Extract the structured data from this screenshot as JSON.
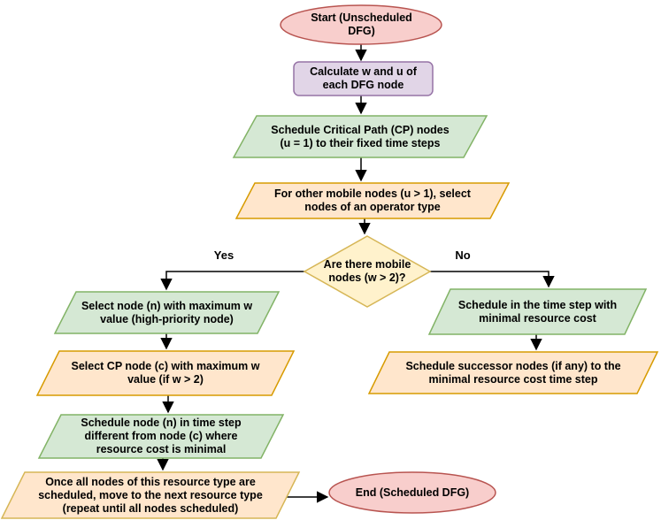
{
  "colors": {
    "terminator_fill": "#f8cecc",
    "terminator_stroke": "#b85450",
    "process_fill": "#e1d5e7",
    "process_stroke": "#9673a6",
    "green_fill": "#d5e8d4",
    "green_stroke": "#82b366",
    "orange_fill": "#ffe6cc",
    "orange_stroke": "#d79b00",
    "decision_fill": "#fff2cc",
    "decision_stroke": "#d6b656",
    "edge_color": "#000000"
  },
  "nodes": {
    "start": {
      "type": "terminator",
      "lines": [
        "Start (Unscheduled",
        "DFG)"
      ]
    },
    "calc": {
      "type": "process",
      "lines": [
        "Calculate w and u of",
        "each DFG node"
      ]
    },
    "schedule_cp": {
      "type": "parallelogram",
      "lines": [
        "Schedule Critical Path (CP) nodes",
        "(u = 1) to their fixed time steps"
      ]
    },
    "other_mobile": {
      "type": "parallelogram",
      "lines": [
        "For other mobile nodes (u > 1), select",
        "nodes of an operator type"
      ]
    },
    "decision": {
      "type": "decision",
      "lines": [
        "Are there mobile",
        "nodes (w > 2)?"
      ]
    },
    "select_node_n": {
      "type": "parallelogram",
      "lines": [
        "Select node (n) with maximum w",
        "value (high-priority node)"
      ]
    },
    "select_cp_node": {
      "type": "parallelogram",
      "lines": [
        "Select CP node (c) with maximum w",
        "value (if w > 2)"
      ]
    },
    "schedule_node_n": {
      "type": "parallelogram",
      "lines": [
        "Schedule node (n) in time step",
        "different from node (c) where",
        "resource cost is minimal"
      ]
    },
    "next_resource": {
      "type": "parallelogram",
      "lines": [
        "Once all nodes of this resource type are",
        "scheduled, move to the next resource type",
        "(repeat until all nodes scheduled)"
      ]
    },
    "schedule_min_cost": {
      "type": "parallelogram",
      "lines": [
        "Schedule in the time step with",
        "minimal resource cost"
      ]
    },
    "schedule_successors": {
      "type": "parallelogram",
      "lines": [
        "Schedule successor nodes (if any) to the",
        "minimal resource cost time step"
      ]
    },
    "end": {
      "type": "terminator",
      "lines": [
        "End (Scheduled DFG)"
      ]
    }
  },
  "edges": {
    "yes_label": "Yes",
    "no_label": "No"
  }
}
